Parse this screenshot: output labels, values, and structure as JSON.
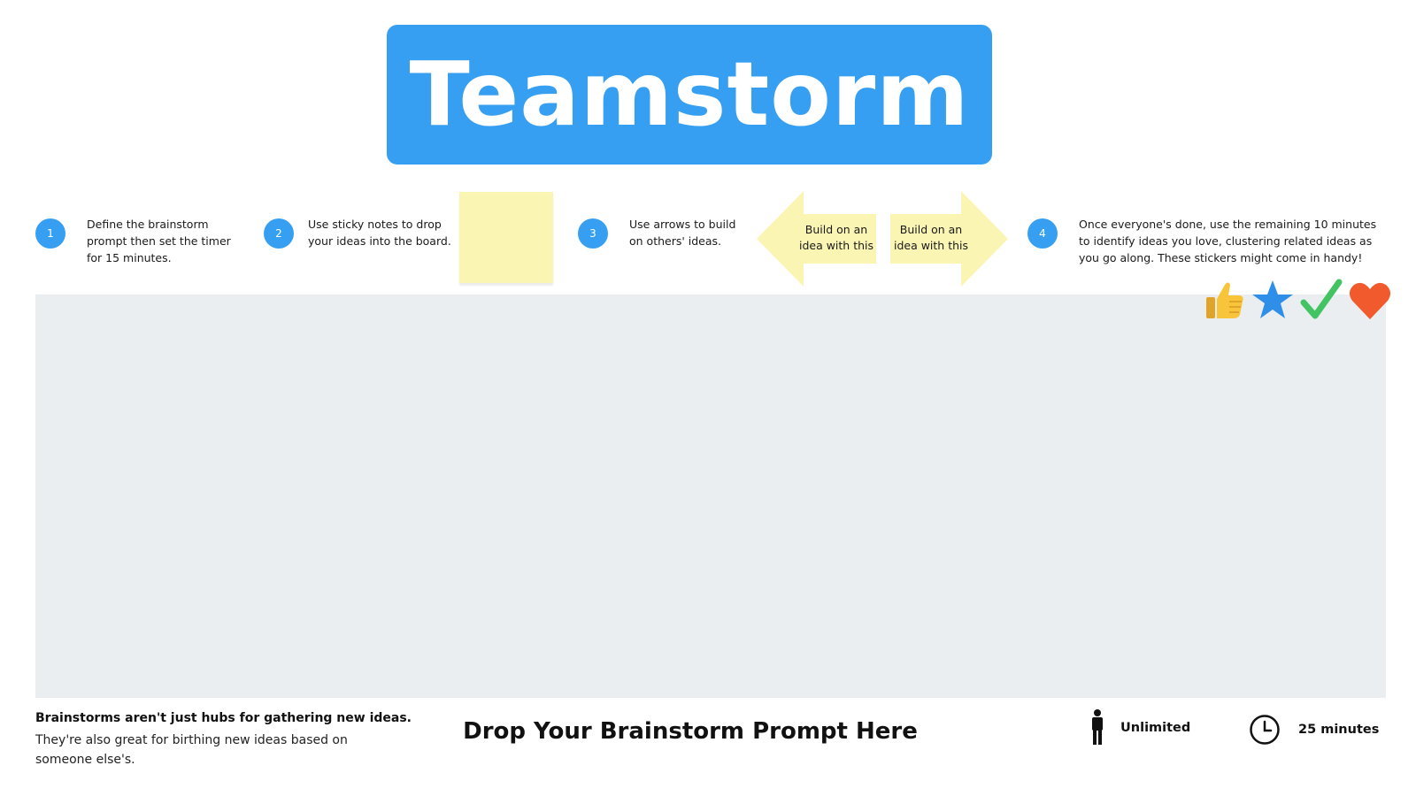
{
  "title": "Teamstorm",
  "steps": [
    {
      "number": "1",
      "text": "Define the brainstorm prompt then set the timer for 15 minutes."
    },
    {
      "number": "2",
      "text": "Use sticky notes to drop your ideas into the board."
    },
    {
      "number": "3",
      "text": "Use arrows to build on others' ideas."
    },
    {
      "number": "4",
      "text": "Once everyone's done, use the remaining 10 minutes to identify ideas you love, clustering related ideas as you go along. These stickers might come in handy!"
    }
  ],
  "arrows": {
    "left_label": "Build on an idea with this",
    "right_label": "Build on an idea with this"
  },
  "stickers": [
    "thumbs-up-icon",
    "star-icon",
    "checkmark-icon",
    "heart-icon"
  ],
  "footer": {
    "bold_text": "Brainstorms aren't just hubs for gathering new ideas.",
    "body_text": "They're also great for birthing new ideas based on someone else's.",
    "prompt": "Drop Your Brainstorm Prompt Here",
    "participants": "Unlimited",
    "duration": "25 minutes"
  },
  "colors": {
    "accent": "#379ff2",
    "sticky": "#fbf5b4",
    "board": "#ebeef1"
  }
}
